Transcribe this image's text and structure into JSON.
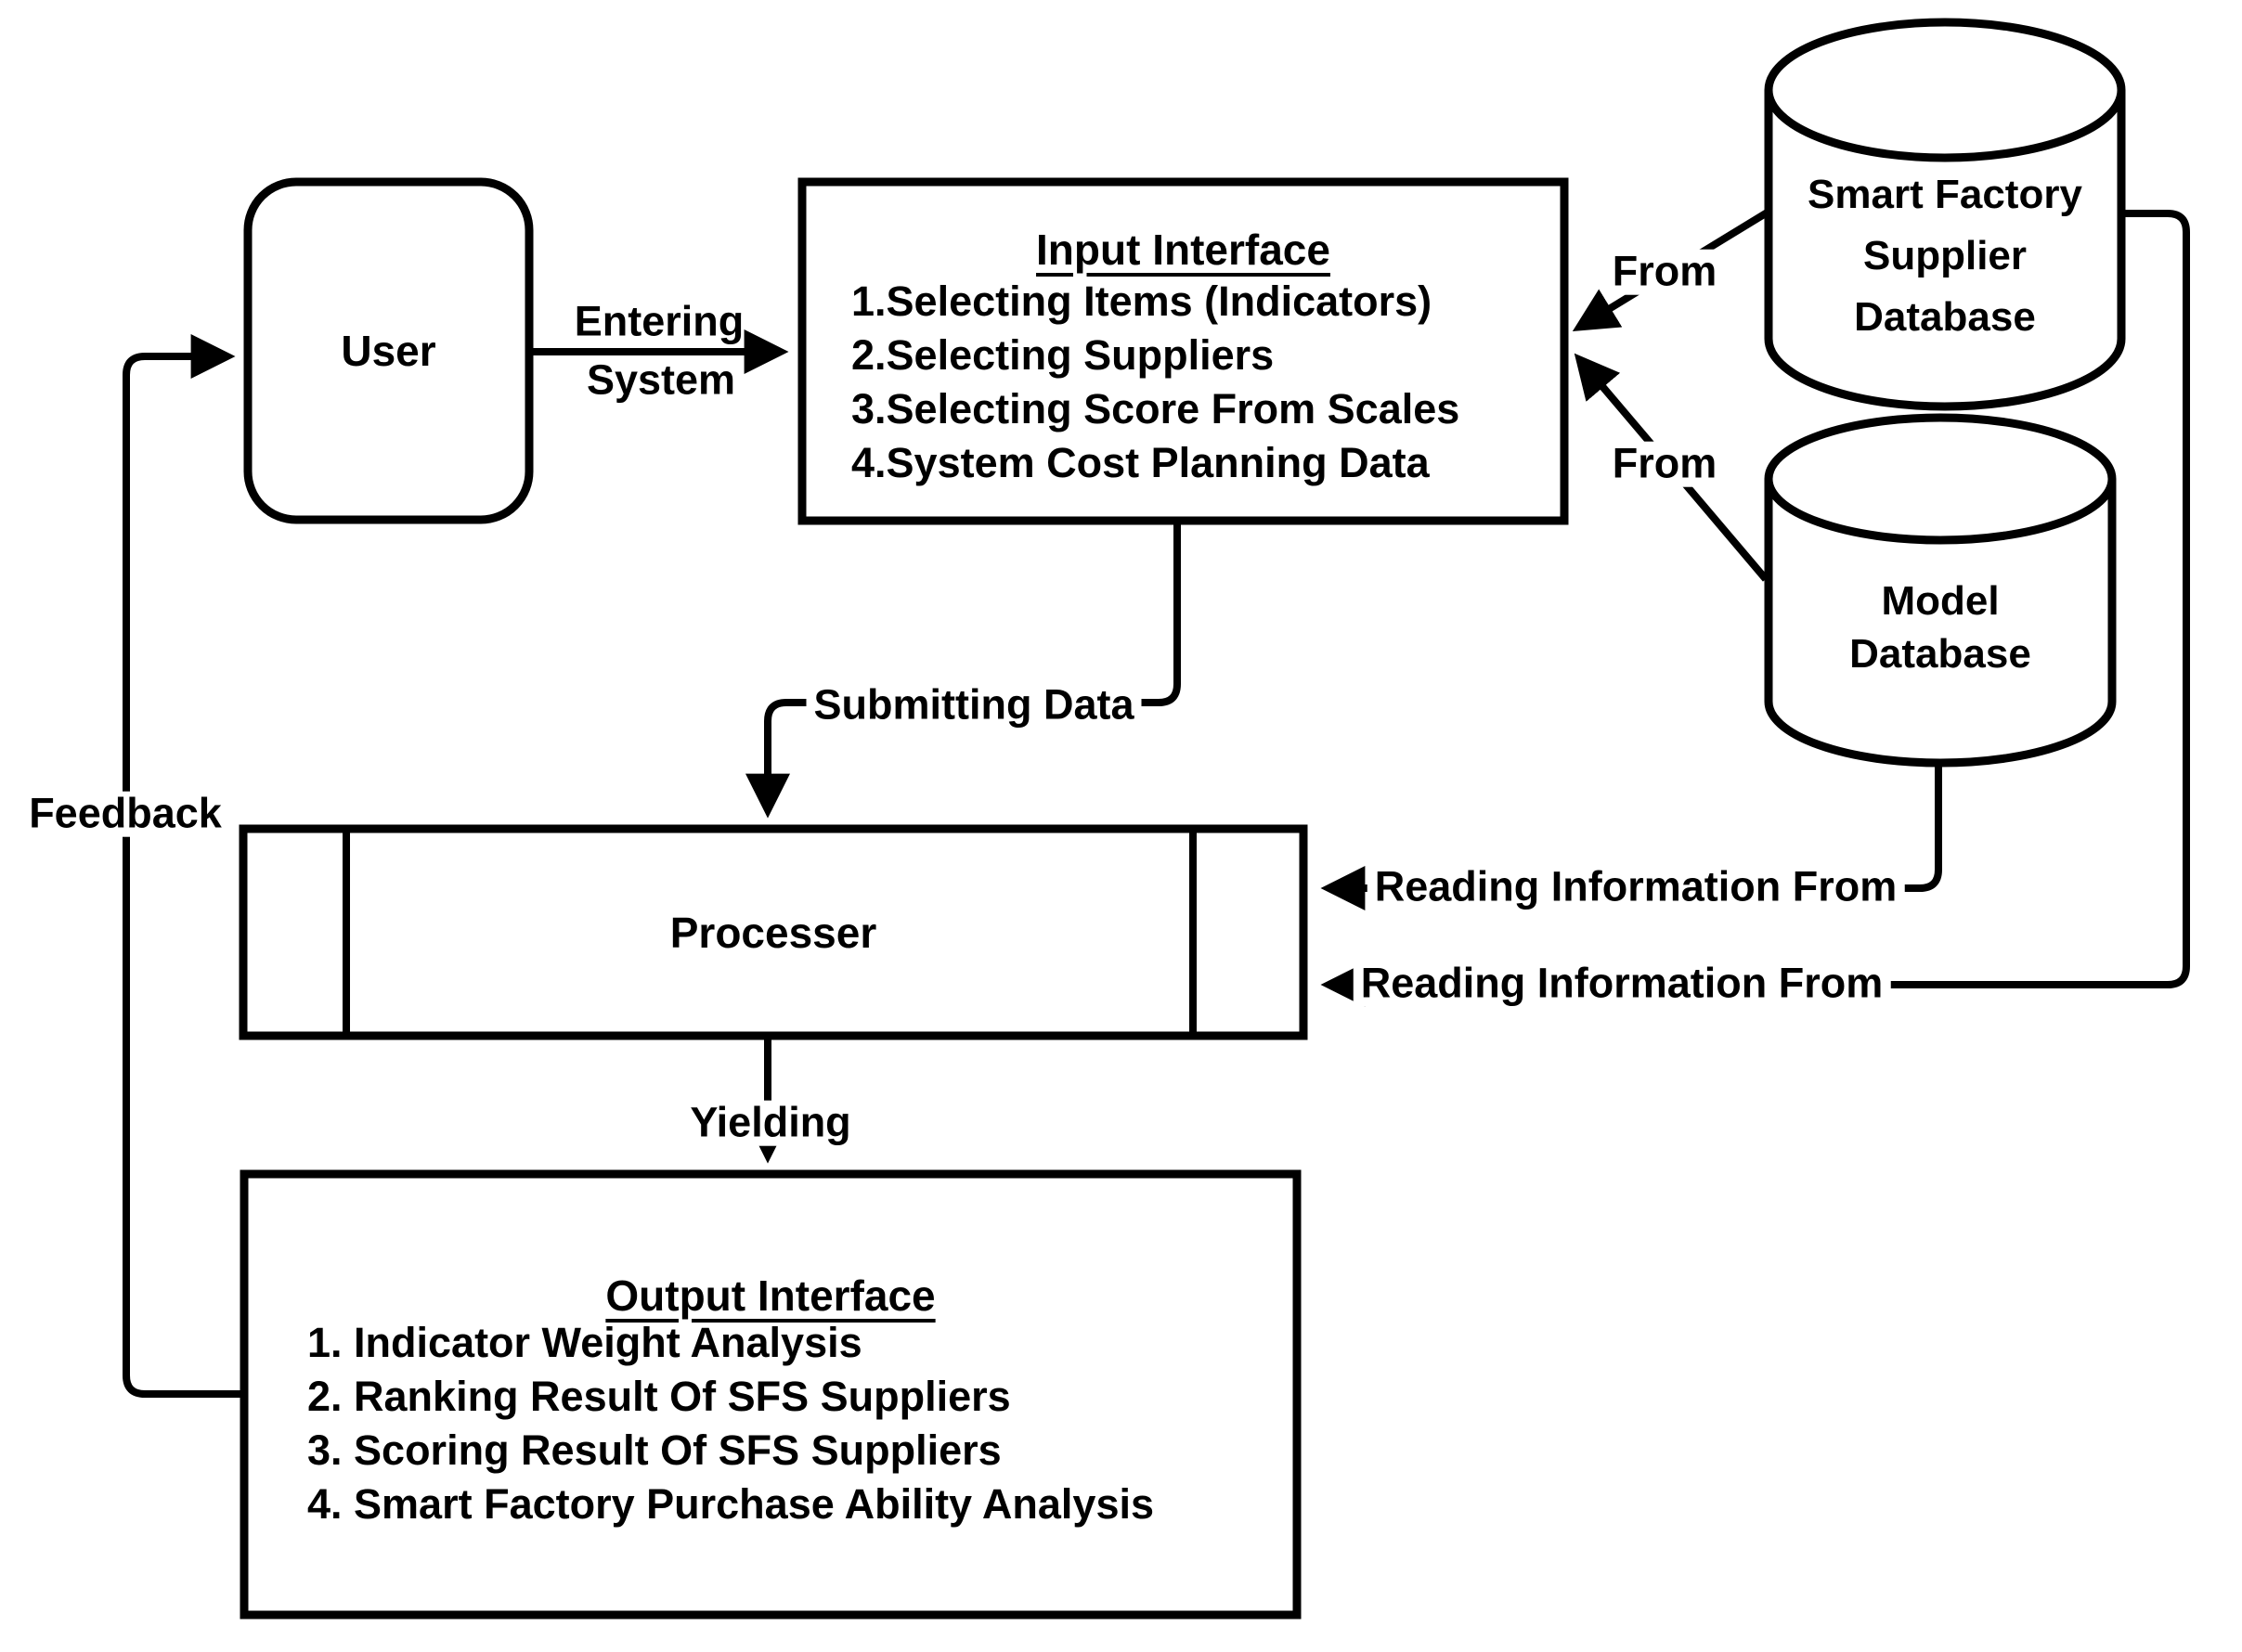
{
  "diagram": {
    "colors": {
      "line": "#000000",
      "background": "#ffffff"
    },
    "user": {
      "label": "User"
    },
    "input_interface": {
      "title": "Input Interface",
      "items": [
        "1.Selecting Items (Indicators)",
        "2.Selecting Suppliers",
        "3.Selecting Score From Scales",
        "4.System Cost Planning Data"
      ]
    },
    "smart_factory_db": {
      "lines": [
        "Smart Factory",
        "Supplier",
        "Database"
      ]
    },
    "model_db": {
      "lines": [
        "Model",
        "Database"
      ]
    },
    "processer": {
      "label": "Processer"
    },
    "output_interface": {
      "title": "Output Interface",
      "items": [
        "1. Indicator Weight Analysis",
        "2. Ranking Result Of SFS Suppliers",
        "3. Scoring Result Of SFS Suppliers",
        "4. Smart Factory Purchase Ability Analysis"
      ]
    },
    "edges": {
      "entering_line1": "Entering",
      "entering_line2": "System",
      "from_upper": "From",
      "from_lower": "From",
      "submitting": "Submitting Data",
      "reading_model": "Reading Information From",
      "reading_sfs": "Reading Information From",
      "yielding": "Yielding",
      "feedback": "Feedback"
    }
  }
}
